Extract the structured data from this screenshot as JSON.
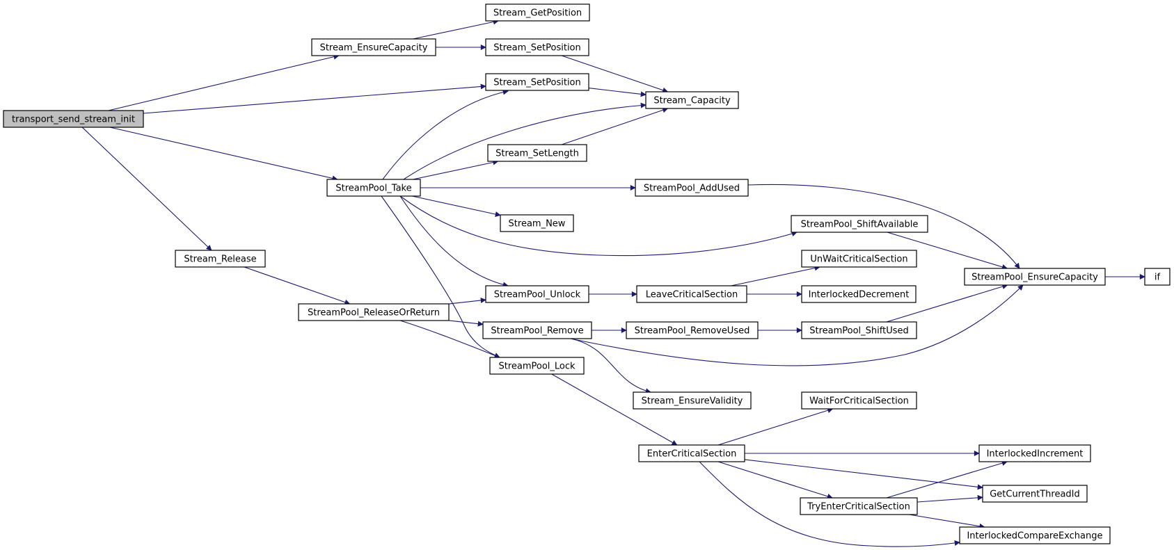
{
  "nodes": [
    {
      "id": "root",
      "label": "transport_send_stream_init"
    },
    {
      "id": "ensure_capacity",
      "label": "Stream_EnsureCapacity"
    },
    {
      "id": "get_position",
      "label": "Stream_GetPosition"
    },
    {
      "id": "set_position_a",
      "label": "Stream_SetPosition"
    },
    {
      "id": "set_position_b",
      "label": "Stream_SetPosition"
    },
    {
      "id": "capacity",
      "label": "Stream_Capacity"
    },
    {
      "id": "set_length",
      "label": "Stream_SetLength"
    },
    {
      "id": "pool_take",
      "label": "StreamPool_Take"
    },
    {
      "id": "pool_add_used",
      "label": "StreamPool_AddUsed"
    },
    {
      "id": "stream_new",
      "label": "Stream_New"
    },
    {
      "id": "pool_shift_available",
      "label": "StreamPool_ShiftAvailable"
    },
    {
      "id": "stream_release",
      "label": "Stream_Release"
    },
    {
      "id": "unwait_cs",
      "label": "UnWaitCriticalSection"
    },
    {
      "id": "pool_ensure_capacity",
      "label": "StreamPool_EnsureCapacity"
    },
    {
      "id": "if",
      "label": "if"
    },
    {
      "id": "pool_unlock",
      "label": "StreamPool_Unlock"
    },
    {
      "id": "leave_cs",
      "label": "LeaveCriticalSection"
    },
    {
      "id": "interlocked_decrement",
      "label": "InterlockedDecrement"
    },
    {
      "id": "pool_release_or_return",
      "label": "StreamPool_ReleaseOrReturn"
    },
    {
      "id": "pool_remove",
      "label": "StreamPool_Remove"
    },
    {
      "id": "pool_remove_used",
      "label": "StreamPool_RemoveUsed"
    },
    {
      "id": "pool_shift_used",
      "label": "StreamPool_ShiftUsed"
    },
    {
      "id": "pool_lock",
      "label": "StreamPool_Lock"
    },
    {
      "id": "ensure_validity",
      "label": "Stream_EnsureValidity"
    },
    {
      "id": "wait_cs",
      "label": "WaitForCriticalSection"
    },
    {
      "id": "enter_cs",
      "label": "EnterCriticalSection"
    },
    {
      "id": "interlocked_increment",
      "label": "InterlockedIncrement"
    },
    {
      "id": "get_thread_id",
      "label": "GetCurrentThreadId"
    },
    {
      "id": "try_enter_cs",
      "label": "TryEnterCriticalSection"
    },
    {
      "id": "interlocked_cmpxchg",
      "label": "InterlockedCompareExchange"
    }
  ],
  "edges": [
    [
      "root",
      "ensure_capacity"
    ],
    [
      "root",
      "set_position_b"
    ],
    [
      "root",
      "pool_take"
    ],
    [
      "root",
      "stream_release"
    ],
    [
      "ensure_capacity",
      "get_position"
    ],
    [
      "ensure_capacity",
      "set_position_a"
    ],
    [
      "set_position_a",
      "capacity"
    ],
    [
      "set_position_b",
      "capacity"
    ],
    [
      "set_length",
      "capacity"
    ],
    [
      "pool_take",
      "set_position_b"
    ],
    [
      "pool_take",
      "capacity"
    ],
    [
      "pool_take",
      "set_length"
    ],
    [
      "pool_take",
      "pool_add_used"
    ],
    [
      "pool_take",
      "stream_new"
    ],
    [
      "pool_take",
      "pool_shift_available"
    ],
    [
      "pool_take",
      "pool_unlock"
    ],
    [
      "pool_take",
      "pool_lock"
    ],
    [
      "pool_add_used",
      "pool_ensure_capacity"
    ],
    [
      "pool_shift_available",
      "pool_ensure_capacity"
    ],
    [
      "pool_ensure_capacity",
      "if"
    ],
    [
      "stream_release",
      "pool_release_or_return"
    ],
    [
      "pool_release_or_return",
      "pool_unlock"
    ],
    [
      "pool_release_or_return",
      "pool_remove"
    ],
    [
      "pool_release_or_return",
      "pool_lock"
    ],
    [
      "pool_unlock",
      "leave_cs"
    ],
    [
      "leave_cs",
      "unwait_cs"
    ],
    [
      "leave_cs",
      "interlocked_decrement"
    ],
    [
      "pool_remove",
      "pool_remove_used"
    ],
    [
      "pool_remove",
      "pool_ensure_capacity"
    ],
    [
      "pool_remove",
      "ensure_validity"
    ],
    [
      "pool_remove_used",
      "pool_shift_used"
    ],
    [
      "pool_shift_used",
      "pool_ensure_capacity"
    ],
    [
      "pool_lock",
      "enter_cs"
    ],
    [
      "enter_cs",
      "wait_cs"
    ],
    [
      "enter_cs",
      "interlocked_increment"
    ],
    [
      "enter_cs",
      "get_thread_id"
    ],
    [
      "enter_cs",
      "try_enter_cs"
    ],
    [
      "enter_cs",
      "interlocked_cmpxchg"
    ],
    [
      "try_enter_cs",
      "interlocked_increment"
    ],
    [
      "try_enter_cs",
      "get_thread_id"
    ],
    [
      "try_enter_cs",
      "interlocked_cmpxchg"
    ]
  ],
  "colors": {
    "edge": "#191970",
    "root_fill": "#bfbfbf",
    "node_fill": "#ffffff",
    "node_stroke": "#000000"
  }
}
